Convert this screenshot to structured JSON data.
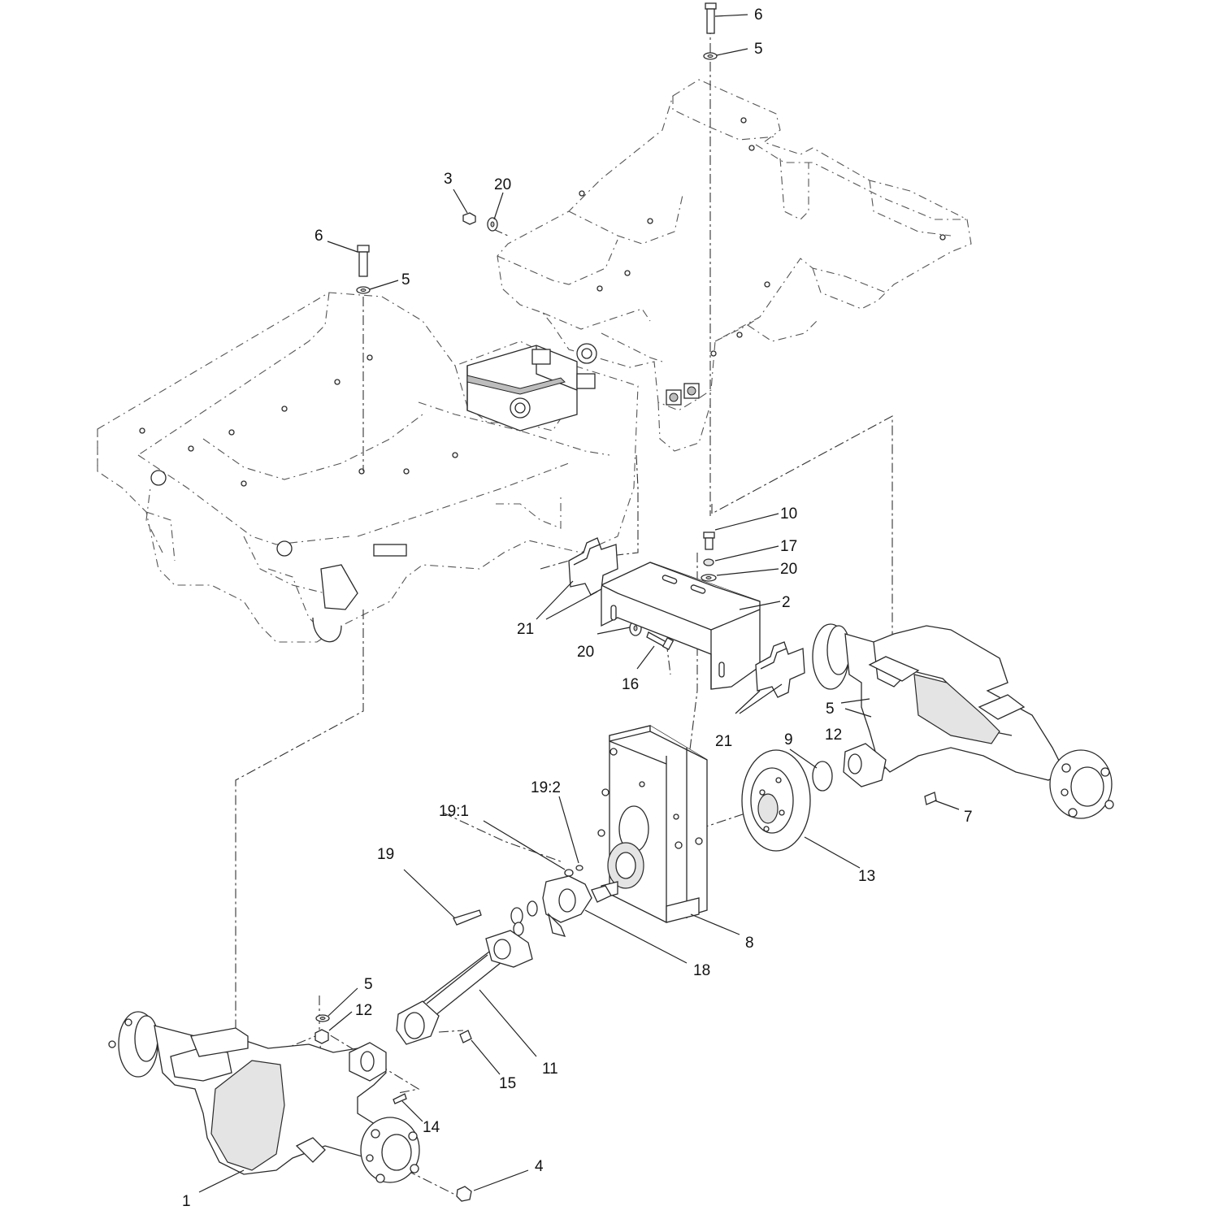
{
  "callouts": [
    {
      "id": "c6-top",
      "text": "6"
    },
    {
      "id": "c5-top",
      "text": "5"
    },
    {
      "id": "c3",
      "text": "3"
    },
    {
      "id": "c20-top",
      "text": "20"
    },
    {
      "id": "c6-left",
      "text": "6"
    },
    {
      "id": "c5-left",
      "text": "5"
    },
    {
      "id": "c10",
      "text": "10"
    },
    {
      "id": "c17",
      "text": "17"
    },
    {
      "id": "c20-mid",
      "text": "20"
    },
    {
      "id": "c2",
      "text": "2"
    },
    {
      "id": "c21-left",
      "text": "21"
    },
    {
      "id": "c20-low",
      "text": "20"
    },
    {
      "id": "c16",
      "text": "16"
    },
    {
      "id": "c5-right",
      "text": "5"
    },
    {
      "id": "c12-right",
      "text": "12"
    },
    {
      "id": "c21-right",
      "text": "21"
    },
    {
      "id": "c9",
      "text": "9"
    },
    {
      "id": "c7",
      "text": "7"
    },
    {
      "id": "c19-2",
      "text": "19:2"
    },
    {
      "id": "c19-1",
      "text": "19:1"
    },
    {
      "id": "c19",
      "text": "19"
    },
    {
      "id": "c13",
      "text": "13"
    },
    {
      "id": "c8",
      "text": "8"
    },
    {
      "id": "c18",
      "text": "18"
    },
    {
      "id": "c5-low",
      "text": "5"
    },
    {
      "id": "c12-low",
      "text": "12"
    },
    {
      "id": "c15",
      "text": "15"
    },
    {
      "id": "c11",
      "text": "11"
    },
    {
      "id": "c14",
      "text": "14"
    },
    {
      "id": "c4",
      "text": "4"
    },
    {
      "id": "c1",
      "text": "1"
    }
  ]
}
